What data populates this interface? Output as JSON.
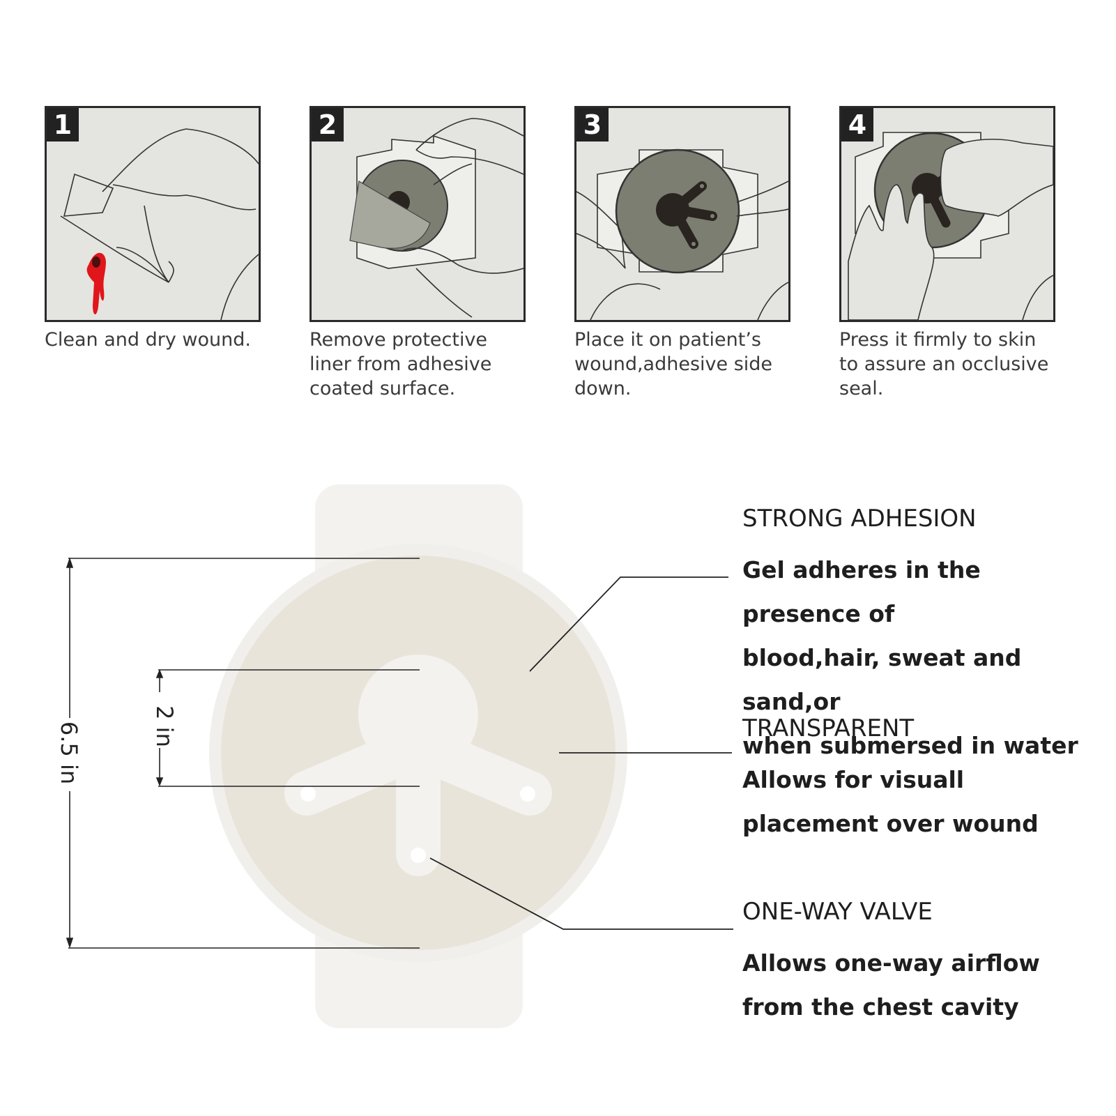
{
  "steps": [
    {
      "number": "1",
      "caption": "Clean and dry wound."
    },
    {
      "number": "2",
      "caption": "Remove protective liner from adhesive coated surface."
    },
    {
      "number": "3",
      "caption": "Place it on patient’s wound,adhesive side down."
    },
    {
      "number": "4",
      "caption": "Press it firmly to skin to assure an occlusive seal."
    }
  ],
  "dimensions": {
    "outer": "6.5 in",
    "inner": "2 in"
  },
  "features": [
    {
      "title": "STRONG ADHESION",
      "lines": [
        "Gel adheres in the presence of",
        "blood,hair, sweat and sand,or",
        "when submersed in water"
      ]
    },
    {
      "title": "TRANSPARENT",
      "lines": [
        "Allows for visuall",
        "placement over wound"
      ]
    },
    {
      "title": "ONE-WAY VALVE",
      "lines": [
        "Allows one-way airflow",
        "from the chest cavity"
      ]
    }
  ],
  "colors": {
    "panel_bg": "#e4e5e1",
    "seal_dark": "#7d7e72",
    "valve": "#2a2420",
    "blood": "#e0161b",
    "dressing": "#e9e4da",
    "liner": "#f3f2ef"
  }
}
